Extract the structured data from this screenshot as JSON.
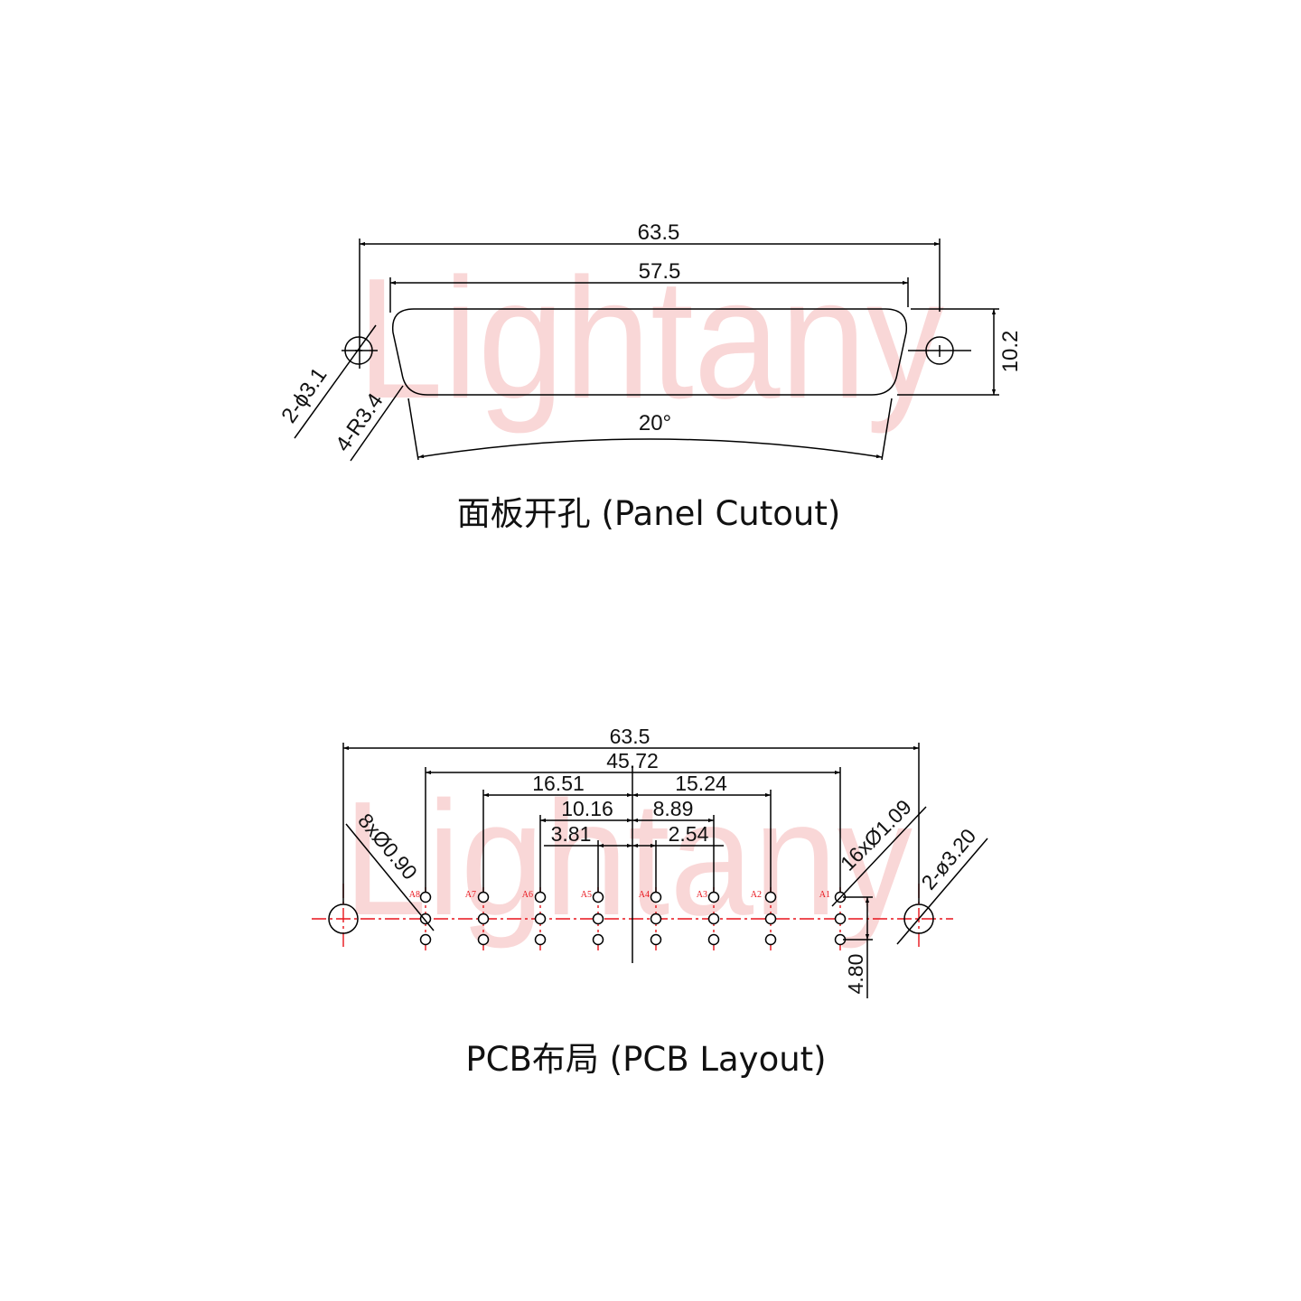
{
  "watermark": "Lightany",
  "panel": {
    "title": "面板开孔 (Panel Cutout)",
    "dim_overall": "63.5",
    "dim_cutout": "57.5",
    "dim_height": "10.2",
    "dim_angle": "20°",
    "note_holes": "2-ϕ3.1",
    "note_radius": "4-R3.4"
  },
  "pcb": {
    "title": "PCB布局 (PCB Layout)",
    "dim_overall": "63.5",
    "dim_span": "45.72",
    "dim_left_outer": "16.51",
    "dim_right_outer": "15.24",
    "dim_left_mid": "10.16",
    "dim_right_mid": "8.89",
    "dim_left_inner": "3.81",
    "dim_right_inner": "2.54",
    "dim_row_pitch": "4.80",
    "note_small_holes": "8xØ0.90",
    "note_pin_holes": "16xØ1.09",
    "note_mount_holes": "2-ø3.20",
    "pin_labels": [
      "A8",
      "A7",
      "A6",
      "A5",
      "A4",
      "A3",
      "A2",
      "A1"
    ]
  },
  "colors": {
    "line": "#000000",
    "centerline": "#e8141b",
    "watermark": "#f8caca"
  }
}
